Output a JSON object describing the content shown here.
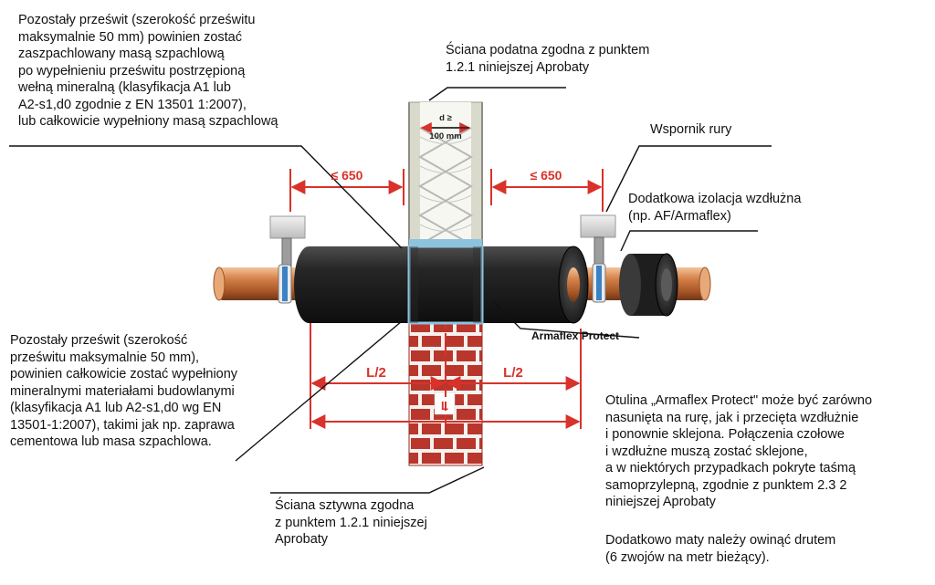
{
  "notes": {
    "top_left": "Pozostały prześwit (szerokość prześwitu\nmaksymalnie 50 mm) powinien zostać\nzaszpachlowany masą szpachlową\npo wypełnieniu prześwitu postrzępioną\nwełną mineralną (klasyfikacja A1 lub\nA2-s1,d0 zgodnie z EN 13501 1:2007),\nlub całkowicie wypełniony masą szpachlową",
    "flexible_wall": "Ściana podatna zgodna z punktem\n1.2.1 niniejszej Aprobaty",
    "pipe_support": "Wspornik rury",
    "extra_insulation": "Dodatkowa izolacja wzdłużna\n(np. AF/Armaflex)",
    "bottom_left": "Pozostały prześwit (szerokość\nprześwitu maksymalnie 50 mm),\npowinien całkowicie zostać wypełniony\nmineralnymi materiałami budowlanymi\n(klasyfikacja A1 lub A2-s1,d0 wg EN\n13501-1:2007), takimi jak np. zaprawa\ncementowa lub masa szpachlowa.",
    "rigid_wall": "Ściana sztywna zgodna\nz punktem 1.2.1 niniejszej\nAprobaty",
    "bottom_right_1": "Otulina „Armaflex Protect\" może być zarówno\nnasunięta na rurę, jak i przecięta wzdłużnie\ni ponownie sklejona. Połączenia czołowe\ni wzdłużne muszą zostać sklejone,\na w niektórych przypadkach pokryte taśmą\nsamoprzylepną, zgodnie z punktem 2.3 2\nniniejszej Aprobaty",
    "bottom_right_2": "Dodatkowo maty należy owinąć drutem\n(6 zwojów na metr bieżący)."
  },
  "dimensions": {
    "left_distance": "≤ 650",
    "right_distance": "≤ 650",
    "wall_thickness_line1": "d ≥",
    "wall_thickness_line2": "100 mm",
    "half_length_left": "L/2",
    "half_length_right": "L/2",
    "length": "L"
  },
  "labels": {
    "product": "Armaflex Protect"
  },
  "colors": {
    "dimension_red": "#d8322a",
    "pipe_copper": "#c8743a",
    "insulation_dark": "#1c1c1c",
    "brick_red": "#b8362c",
    "mortar": "#f4f1ee",
    "wall_frame": "#d9d9cc",
    "seal_blue": "#8ec3dd"
  }
}
